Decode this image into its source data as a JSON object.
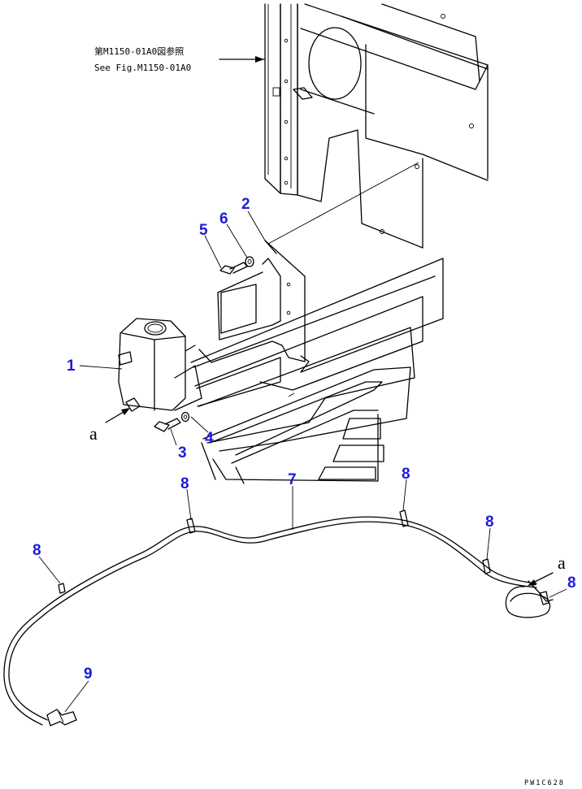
{
  "reference": {
    "line1": "第M1150-01A0図参照",
    "line2": "See Fig.M1150-01A0"
  },
  "callouts": {
    "c1": "1",
    "c2": "2",
    "c3": "3",
    "c4": "4",
    "c5": "5",
    "c6": "6",
    "c7": "7",
    "c8a": "8",
    "c8b": "8",
    "c8c": "8",
    "c8d": "8",
    "c8e": "8",
    "c9": "9"
  },
  "connector_labels": {
    "a_left": "a",
    "a_right": "a"
  },
  "drawing_code": "PW1C628",
  "colors": {
    "callout": "#1c1cd8",
    "line": "#000000"
  }
}
